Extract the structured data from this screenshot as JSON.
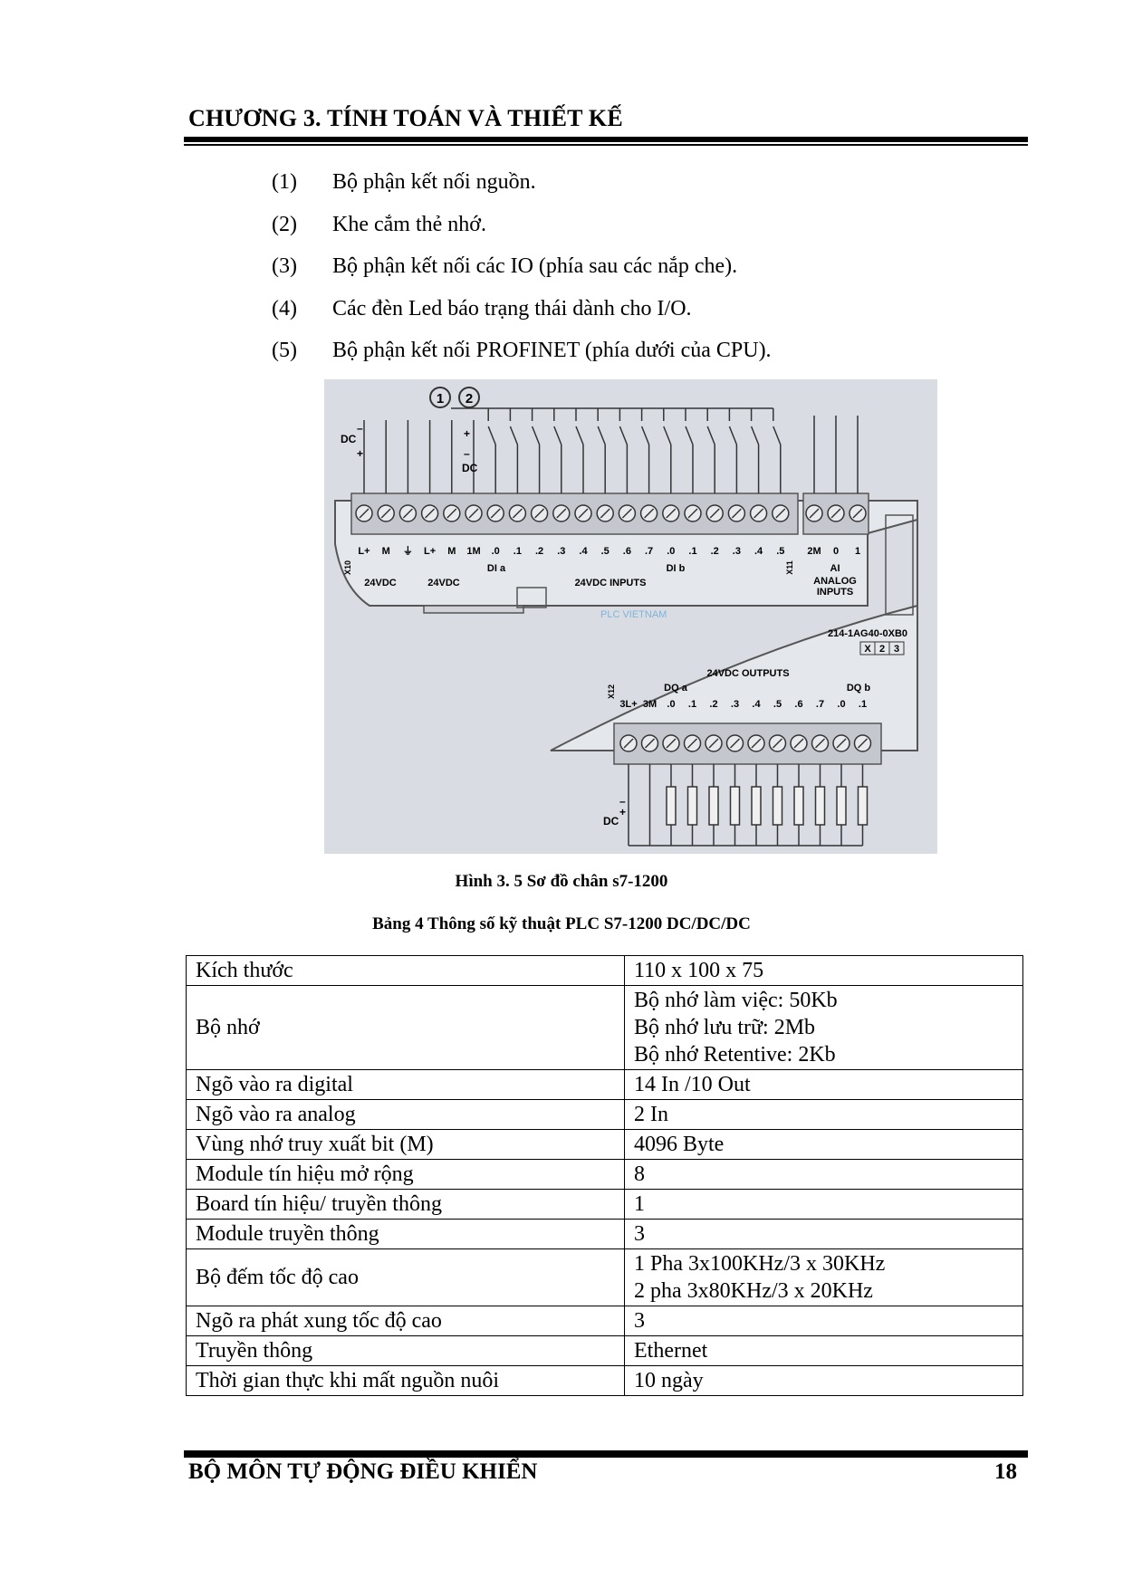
{
  "header": {
    "chapter_title": "CHƯƠNG 3. TÍNH TOÁN VÀ THIẾT KẾ"
  },
  "items": [
    {
      "num": "(1)",
      "text": "Bộ phận kết nối nguồn."
    },
    {
      "num": "(2)",
      "text": "Khe cắm thẻ nhớ."
    },
    {
      "num": "(3)",
      "text": "Bộ phận kết nối các IO (phía sau các nắp che)."
    },
    {
      "num": "(4)",
      "text": "Các đèn Led báo trạng thái dành cho I/O."
    },
    {
      "num": "(5)",
      "text": "Bộ phận kết nối PROFINET (phía dưới của CPU)."
    }
  ],
  "diagram": {
    "callouts": [
      "1",
      "2"
    ],
    "dc_labels": {
      "power": "DC",
      "inputs": "DC",
      "outputs": "DC"
    },
    "pm": {
      "minus": "–",
      "plus": "+"
    },
    "top_pins": [
      "L+",
      "M",
      "⏚",
      "L+",
      "M",
      "1M",
      ".0",
      ".1",
      ".2",
      ".3",
      ".4",
      ".5",
      ".6",
      ".7",
      ".0",
      ".1",
      ".2",
      ".3",
      ".4",
      ".5"
    ],
    "analog_pins": [
      "2M",
      "0",
      "1"
    ],
    "x10": "X10",
    "x11": "X11",
    "x12": "X12",
    "label_24vdc_out": "24VDC",
    "label_24vdc_in": "24VDC",
    "label_dia": "DI a",
    "label_dib": "DI b",
    "label_inputs": "24VDC INPUTS",
    "label_ai": "AI",
    "label_analog": "ANALOG",
    "label_analog2": "INPUTS",
    "watermark": "PLC VIETNAM",
    "model": "214-1AG40-0XB0",
    "version_boxes": [
      "X",
      "2",
      "3"
    ],
    "outputs_title": "24VDC OUTPUTS",
    "label_dqa": "DQ a",
    "label_dqb": "DQ b",
    "bottom_pins": [
      "3L+",
      "3M",
      ".0",
      ".1",
      ".2",
      ".3",
      ".4",
      ".5",
      ".6",
      ".7",
      ".0",
      ".1"
    ]
  },
  "figure_caption": "Hình 3. 5 Sơ đồ chân s7-1200",
  "table_caption": "Bảng 4 Thông số kỹ thuật PLC S7-1200 DC/DC/DC",
  "table": {
    "rows": [
      {
        "key": "Kích thước",
        "value": "110 x 100 x 75"
      },
      {
        "key": "Bộ nhớ",
        "value": "Bộ nhớ làm việc: 50Kb\nBộ nhớ lưu trữ: 2Mb\nBộ nhớ Retentive: 2Kb"
      },
      {
        "key": "Ngõ vào ra digital",
        "value": "14 In /10 Out"
      },
      {
        "key": "Ngõ vào ra analog",
        "value": "2 In"
      },
      {
        "key": "Vùng nhớ truy xuất bit (M)",
        "value": "4096 Byte"
      },
      {
        "key": "Module tín hiệu mở rộng",
        "value": "8"
      },
      {
        "key": "Board tín hiệu/ truyền thông",
        "value": "1"
      },
      {
        "key": "Module truyền thông",
        "value": "3"
      },
      {
        "key": "Bộ đếm tốc độ cao",
        "value": "1 Pha 3x100KHz/3 x 30KHz\n2 pha 3x80KHz/3 x 20KHz"
      },
      {
        "key": "Ngõ ra phát xung tốc độ cao",
        "value": "3"
      },
      {
        "key": "Truyền thông",
        "value": "Ethernet"
      },
      {
        "key": "Thời gian thực khi mất nguồn nuôi",
        "value": "10 ngày"
      }
    ]
  },
  "footer": {
    "department": "BỘ MÔN TỰ ĐỘNG ĐIỀU KHIỂN",
    "page_number": "18"
  }
}
